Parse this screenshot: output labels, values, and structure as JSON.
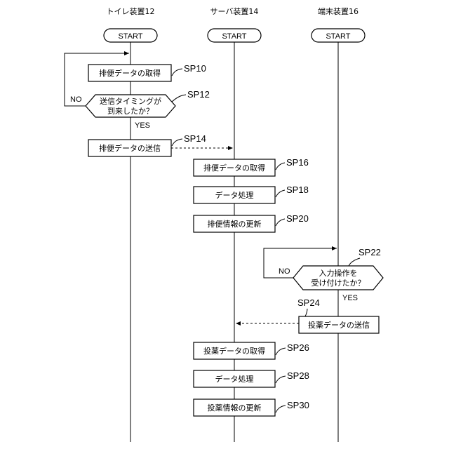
{
  "lanes": {
    "toilet": "トイレ装置12",
    "server": "サーバ装置14",
    "terminal": "端末装置16"
  },
  "start_label": "START",
  "toilet_steps": {
    "sp10": {
      "id": "SP10",
      "text": "排便データの取得"
    },
    "sp12": {
      "id": "SP12",
      "line1": "送信タイミングが",
      "line2": "到来したか？"
    },
    "sp14": {
      "id": "SP14",
      "text": "排便データの送信"
    }
  },
  "server_steps": {
    "sp16": {
      "id": "SP16",
      "text": "排便データの取得"
    },
    "sp18": {
      "id": "SP18",
      "text": "データ処理"
    },
    "sp20": {
      "id": "SP20",
      "text": "排便情報の更新"
    },
    "sp26": {
      "id": "SP26",
      "text": "投薬データの取得"
    },
    "sp28": {
      "id": "SP28",
      "text": "データ処理"
    },
    "sp30": {
      "id": "SP30",
      "text": "投薬情報の更新"
    }
  },
  "terminal_steps": {
    "sp22": {
      "id": "SP22",
      "line1": "入力操作を",
      "line2": "受け付けたか？"
    },
    "sp24": {
      "id": "SP24",
      "text": "投薬データの送信"
    }
  },
  "branch": {
    "no": "NO",
    "yes": "YES"
  }
}
